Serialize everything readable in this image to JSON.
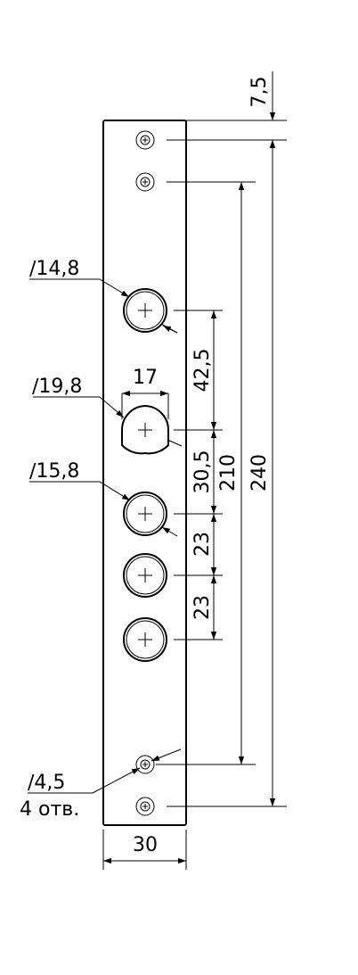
{
  "dimensions": {
    "top_offset": "7,5",
    "overall_length": "240",
    "screw_spacing": "210",
    "width": "30",
    "spacing_upper": "42,5",
    "spacing_middle": "30,5",
    "spacing_lower_1": "23",
    "spacing_lower_2": "23",
    "cam_width": "17",
    "hole_diameter_1": "∕14,8",
    "hole_diameter_2": "∕19,8",
    "hole_diameter_3": "∕15,8",
    "screw_diameter": "∕4,5",
    "screw_count": "4 отв."
  }
}
